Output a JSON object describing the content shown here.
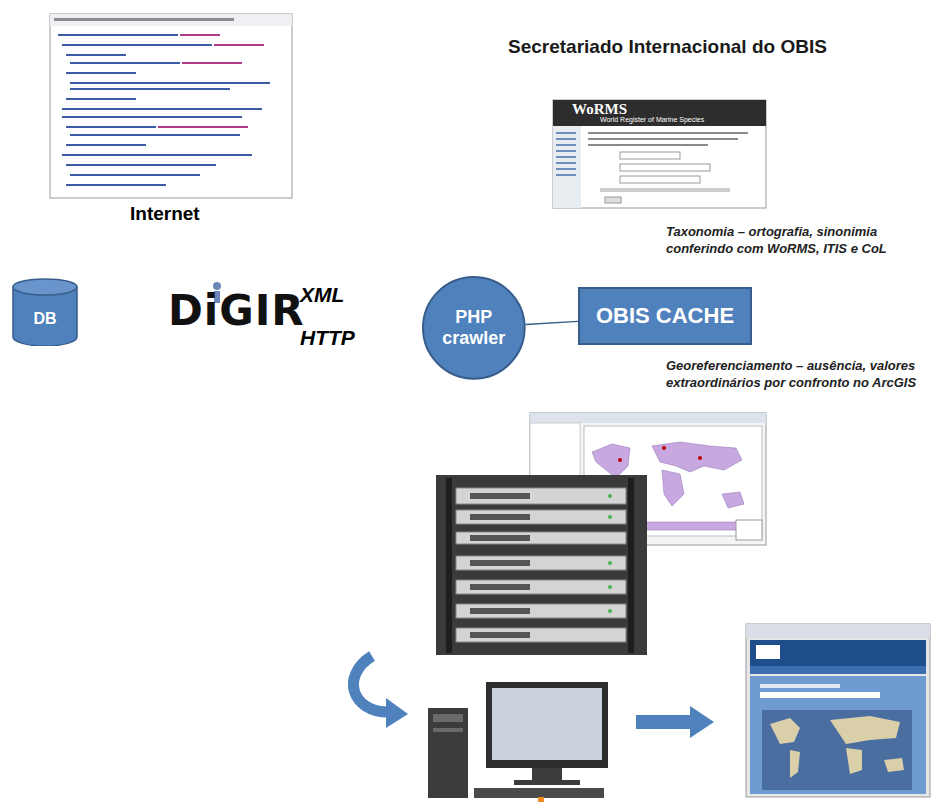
{
  "diagram": {
    "title": "Secretariado Internacional do OBIS",
    "nodes": [
      {
        "text": [
          "DB"
        ]
      },
      {
        "text": [
          "PHP crawler"
        ]
      },
      {
        "text": [
          "OBIS CACHE"
        ]
      }
    ],
    "edges": [
      {
        "from": 1,
        "to": 2,
        "arrow": "none"
      }
    ],
    "labels": [
      "Internet",
      "DiGIR",
      "XML",
      "HTTP",
      "Taxonomia – ortografia, sinonimia conferindo com WoRMS, ITIS e CoL",
      "Georeferenciamento – ausência, valores extraordinários por confronto no ArcGIS",
      "WoRMS",
      "World Register of Marine Species"
    ]
  }
}
